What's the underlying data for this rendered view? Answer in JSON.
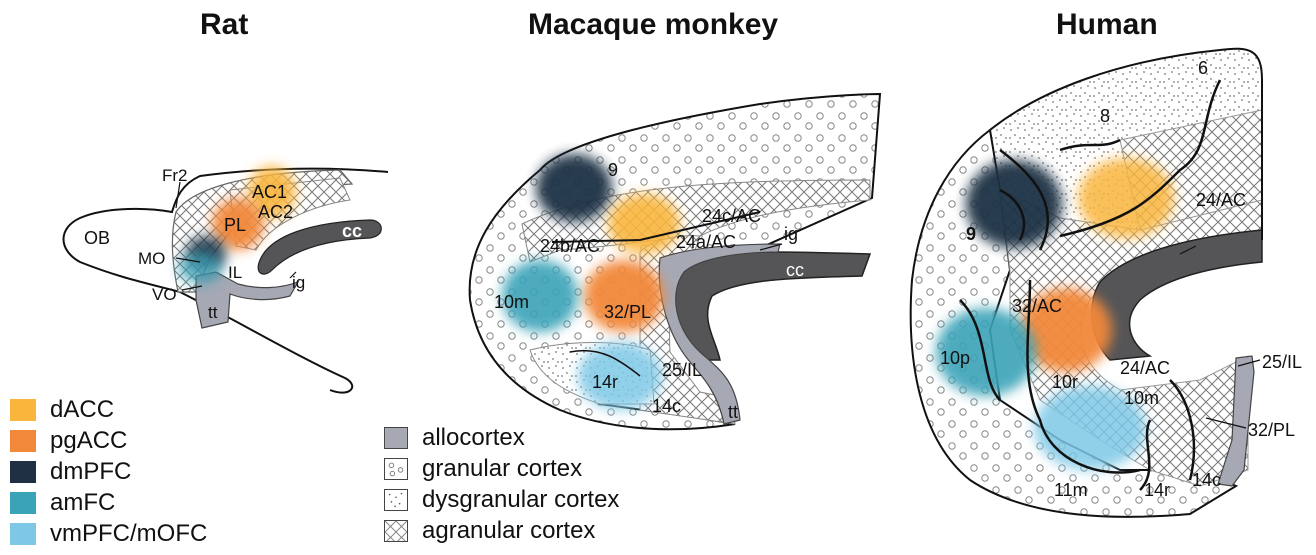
{
  "titles": {
    "rat": "Rat",
    "macaque": "Macaque monkey",
    "human": "Human"
  },
  "colors": {
    "dACC": "#f9b53c",
    "pgACC": "#f2883a",
    "dmPFC": "#1f3044",
    "amFC": "#3aa3b8",
    "vmPFC_mOFC": "#7ec8e6",
    "allocortex": "#a6a8b4",
    "corpus_callosum": "#555558"
  },
  "legend_regions": [
    {
      "label": "dACC",
      "color": "#f9b53c"
    },
    {
      "label": "pgACC",
      "color": "#f2883a"
    },
    {
      "label": "dmPFC",
      "color": "#1f3044"
    },
    {
      "label": "amFC",
      "color": "#3aa3b8"
    },
    {
      "label": "vmPFC/mOFC",
      "color": "#7ec8e6"
    }
  ],
  "legend_cortex": [
    {
      "label": "allocortex",
      "pattern": "allocortex"
    },
    {
      "label": "granular cortex",
      "pattern": "granular"
    },
    {
      "label": "dysgranular cortex",
      "pattern": "dysgranular"
    },
    {
      "label": "agranular cortex",
      "pattern": "agranular"
    }
  ],
  "rat_labels": {
    "fr2": "Fr2",
    "ac1": "AC1",
    "ac2": "AC2",
    "pl": "PL",
    "cc": "cc",
    "ob": "OB",
    "mo": "MO",
    "il": "IL",
    "vo": "VO",
    "ig": "ig",
    "tt": "tt"
  },
  "macaque_labels": {
    "a9": "9",
    "a24c": "24c/AC",
    "a24b": "24b/AC",
    "a24a": "24a/AC",
    "ig": "ig",
    "cc": "cc",
    "a10m": "10m",
    "a32": "32/PL",
    "a14r": "14r",
    "a25": "25/IL",
    "a14c": "14c",
    "tt": "tt"
  },
  "human_labels": {
    "a6": "6",
    "a8": "8",
    "a9": "9",
    "a24": "24/AC",
    "a32": "32/AC",
    "a10p": "10p",
    "a10r": "10r",
    "a24b": "24/AC",
    "a10m": "10m",
    "a25": "25/IL",
    "a32pl": "32/PL",
    "a11m": "11m",
    "a14r": "14r",
    "a14c": "14c"
  }
}
